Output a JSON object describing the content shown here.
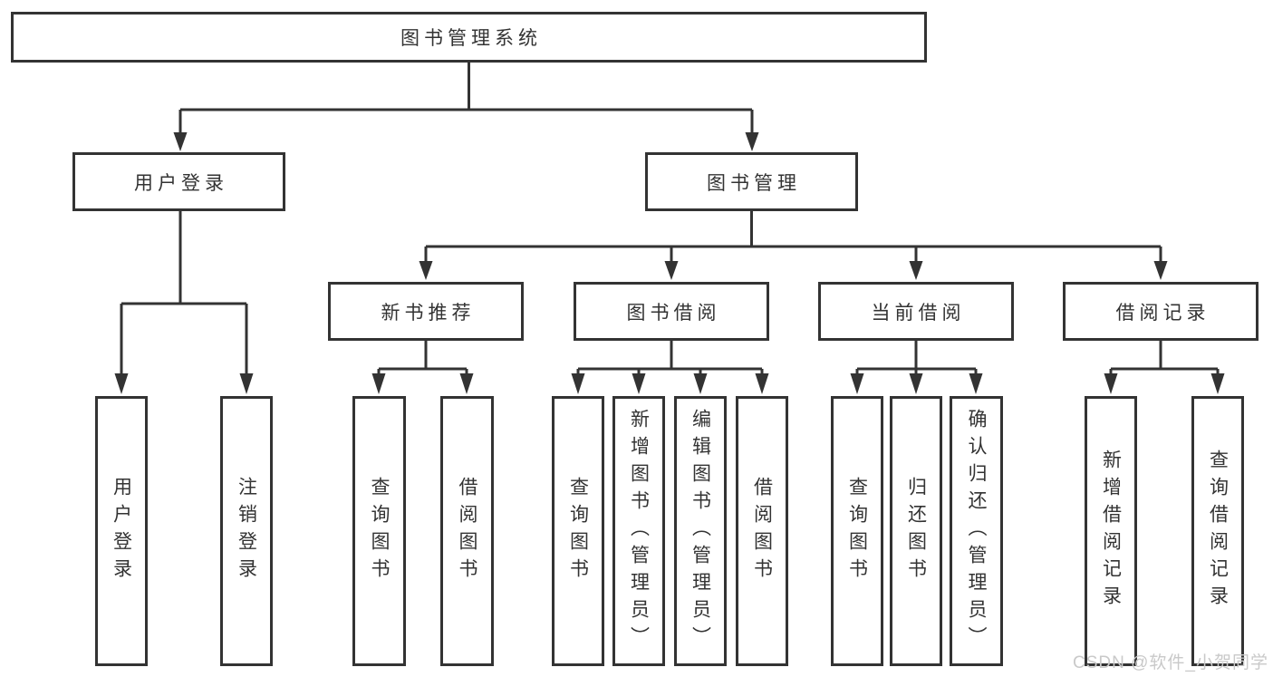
{
  "diagram": {
    "type": "hierarchy-tree",
    "colors": {
      "line": "#333333",
      "box_border": "#333333",
      "text": "#333333",
      "background": "#ffffff",
      "watermark": "#c9c9c9"
    },
    "tree": {
      "root": {
        "label": "图书管理系统"
      },
      "branches": [
        {
          "label": "用户登录",
          "children": [
            {
              "label": "用户登录"
            },
            {
              "label": "注销登录"
            }
          ]
        },
        {
          "label": "图书管理",
          "children": [
            {
              "label": "新书推荐",
              "children": [
                {
                  "label": "查询图书"
                },
                {
                  "label": "借阅图书"
                }
              ]
            },
            {
              "label": "图书借阅",
              "children": [
                {
                  "label": "查询图书"
                },
                {
                  "label": "新增图书（管理员）"
                },
                {
                  "label": "编辑图书（管理员）"
                },
                {
                  "label": "借阅图书"
                }
              ]
            },
            {
              "label": "当前借阅",
              "children": [
                {
                  "label": "查询图书"
                },
                {
                  "label": "归还图书"
                },
                {
                  "label": "确认归还（管理员）"
                }
              ]
            },
            {
              "label": "借阅记录",
              "children": [
                {
                  "label": "新增借阅记录"
                },
                {
                  "label": "查询借阅记录"
                }
              ]
            }
          ]
        }
      ]
    }
  },
  "watermark": {
    "text": "CSDN @软件_小贺同学"
  }
}
